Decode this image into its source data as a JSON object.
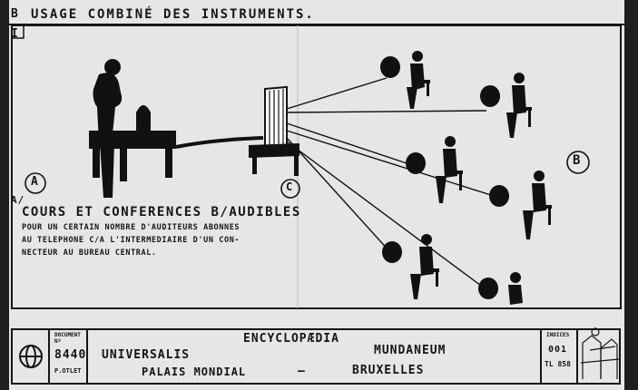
{
  "header": {
    "title_letter": "B",
    "title": "USAGE COMBINÉ DES INSTRUMENTS.",
    "plate_mark": "I"
  },
  "diagram": {
    "label_a": "A",
    "label_b": "B",
    "label_c": "C",
    "caption": {
      "line1": "COURS ET CONFERENCES B/AUDIBLES",
      "line2": "POUR UN CERTAIN NOMBRE D'AUDITEURS ABONNES",
      "line3": "AU TELEPHONE C/A L'INTERMEDIAIRE D'UN CON-",
      "line4": "NECTEUR AU BUREAU CENTRAL."
    },
    "prefix_a": "A/"
  },
  "footer": {
    "doc_label": "DOCUMENT Nº",
    "doc_number": "8440",
    "doc_author": "P.OTLET",
    "line_encyclopaedia": "ENCYCLOPÆDIA",
    "line_universalis": "UNIVERSALIS",
    "line_mundaneum": "MUNDANEUM",
    "line_palais": "PALAIS MONDIAL",
    "dash": "–",
    "line_bruxelles": "BRUXELLES",
    "index_label": "INDICES",
    "index_1": "001",
    "index_2": "TL 858"
  }
}
